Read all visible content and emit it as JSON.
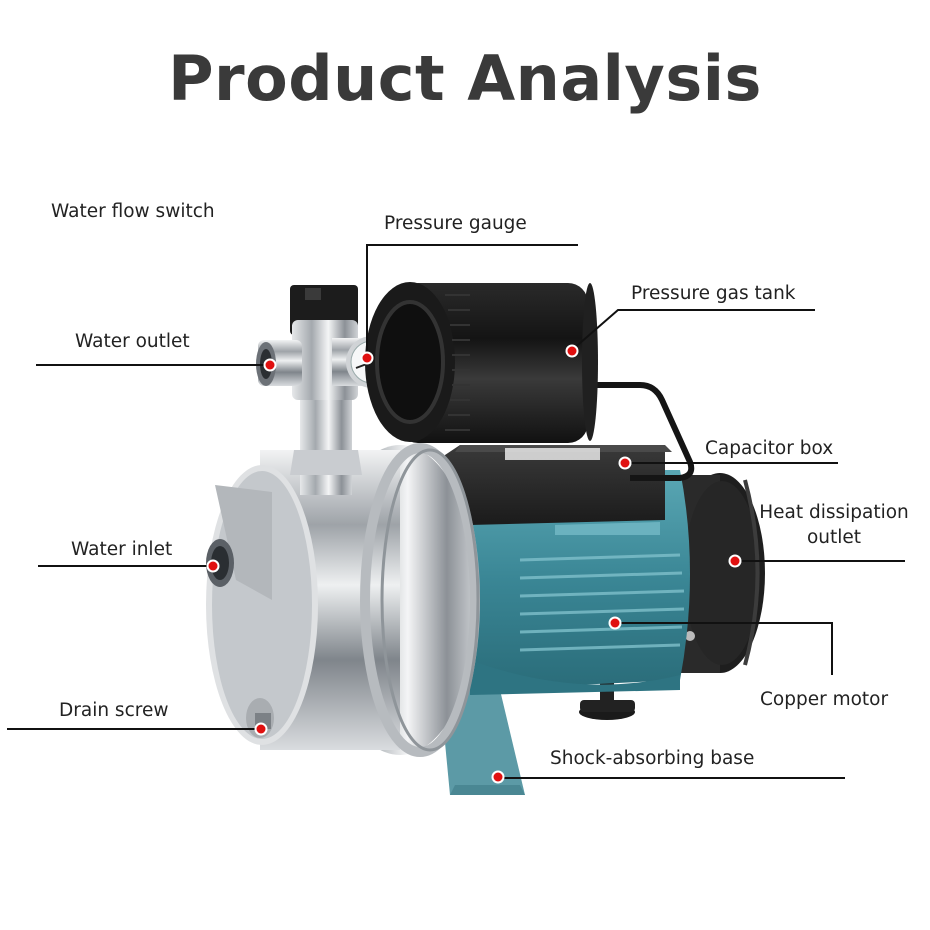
{
  "title": "Product Analysis",
  "colors": {
    "title": "#3a3a3a",
    "label_text": "#222222",
    "leader_line": "#111111",
    "marker_dot": "#e01010",
    "marker_ring": "#ffffff",
    "motor_teal": "#3f8f9e",
    "tank_black": "#1c1c1c",
    "steel": "#c8cbcf"
  },
  "labels": {
    "water_flow_switch": "Water flow switch",
    "pressure_gauge": "Pressure gauge",
    "pressure_gas_tank": "Pressure gas tank",
    "water_outlet": "Water outlet",
    "capacitor_box": "Capacitor box",
    "heat_dissipation_line1": "Heat dissipation",
    "heat_dissipation_line2": "outlet",
    "water_inlet": "Water inlet",
    "copper_motor": "Copper motor",
    "drain_screw": "Drain screw",
    "shock_absorbing_base": "Shock-absorbing base"
  }
}
